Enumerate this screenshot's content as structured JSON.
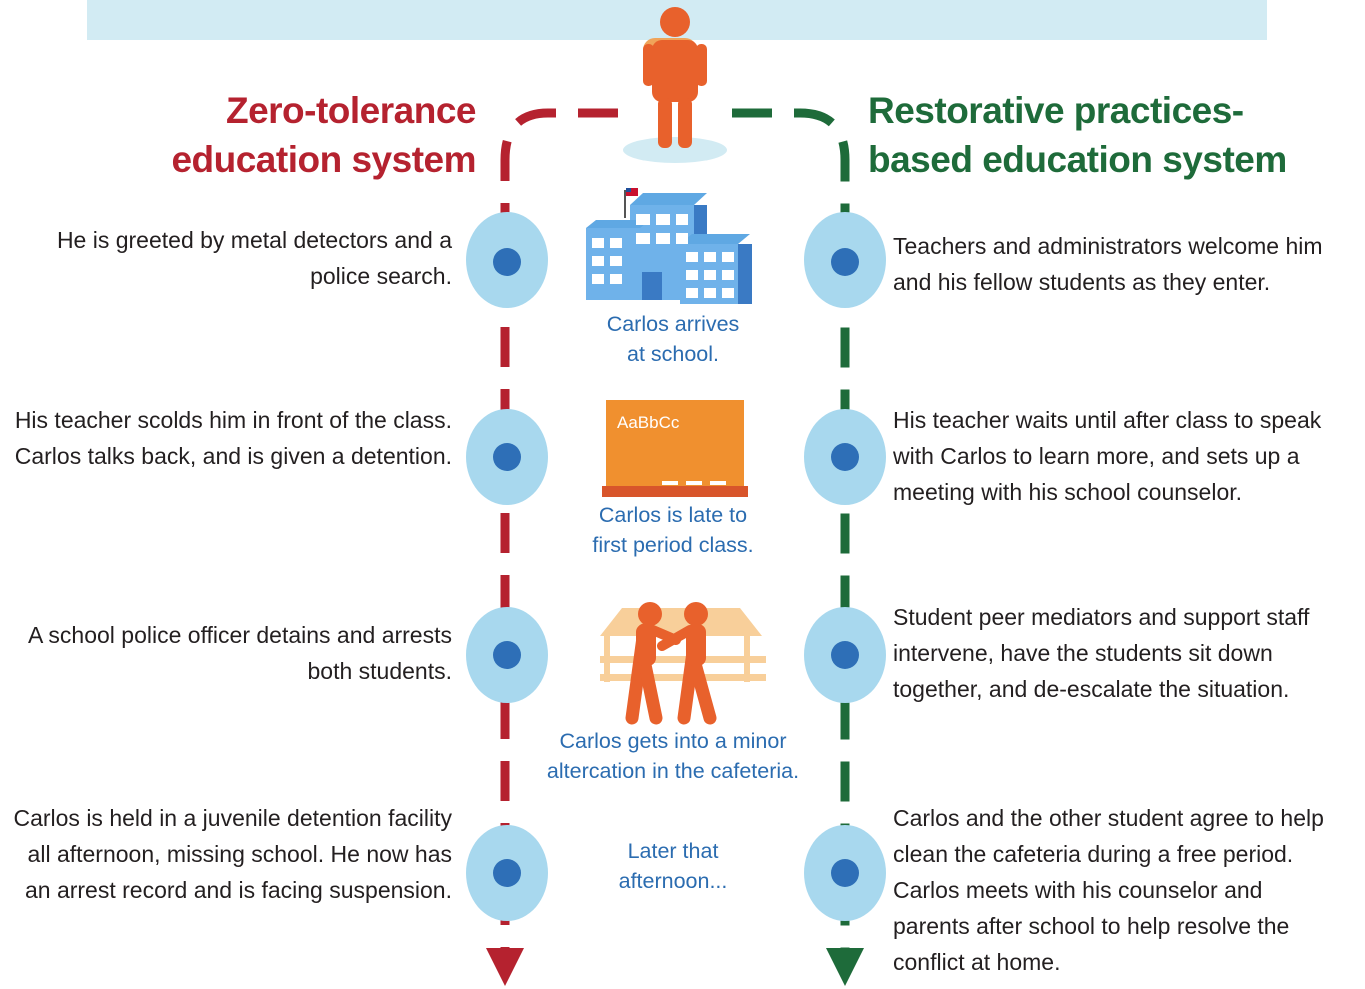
{
  "titles": {
    "left": "Zero-tolerance education system",
    "right": "Restorative practices-based education system"
  },
  "colors": {
    "zero_tolerance": "#b5222f",
    "restorative": "#1e6b3a",
    "caption_blue": "#2b6cb0",
    "node_outer": "#a8d8ee",
    "node_inner": "#2e6fb7",
    "figure_orange": "#e8612c",
    "banner": "#d2ebf3"
  },
  "icons": [
    "student-icon",
    "school-building-icon",
    "chalkboard-icon",
    "scuffle-icon"
  ],
  "chalkboard_text": "AaBbCc",
  "steps": [
    {
      "caption": "Carlos arrives at school.",
      "zero_tolerance": "He is greeted by metal detectors and a police search.",
      "restorative": "Teachers and administrators welcome him and his fellow students as they enter."
    },
    {
      "caption": "Carlos is late to first period class.",
      "zero_tolerance": "His teacher scolds him in front of the class. Carlos talks back, and is given a detention.",
      "restorative": "His teacher waits until after class to speak with Carlos to learn more, and sets up a meeting with his school counselor."
    },
    {
      "caption": "Carlos gets into a minor altercation in the cafeteria.",
      "zero_tolerance": "A school police officer detains and arrests both students.",
      "restorative": "Student peer mediators and support staff intervene, have the students sit down together, and de-escalate the situation."
    },
    {
      "caption": "Later that afternoon...",
      "zero_tolerance": "Carlos is held in a juvenile detention facility all afternoon, missing school. He now has an arrest record and is facing suspension.",
      "restorative": "Carlos and the other student agree to help clean the cafeteria during a free period. Carlos meets with his counselor and parents after school to help resolve the conflict at home."
    }
  ]
}
